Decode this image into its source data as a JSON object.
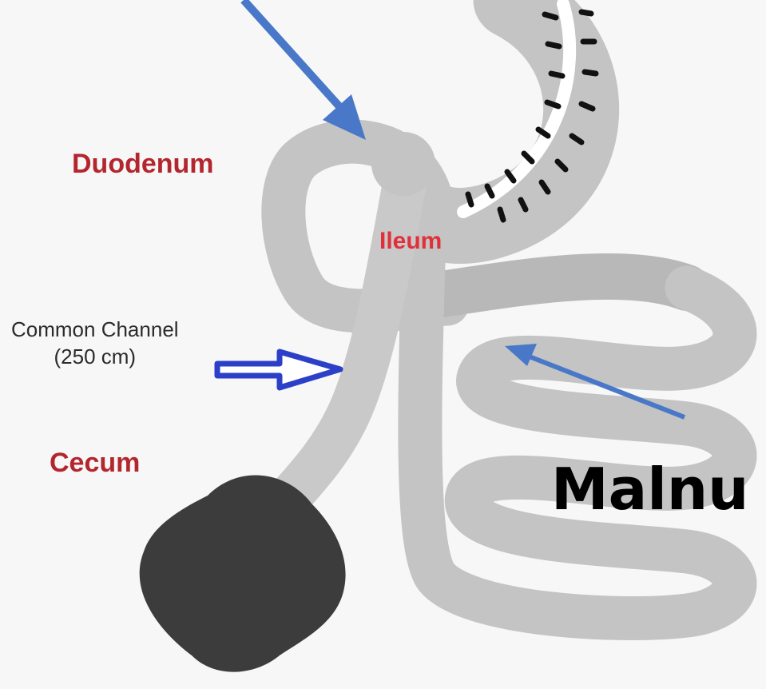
{
  "labels": {
    "duodenum": "Duodenum",
    "ileum": "Ileum",
    "common_channel": "Common Channel",
    "common_channel_length": "(250 cm)",
    "cecum": "Cecum",
    "malnu": "Malnu"
  },
  "colors": {
    "intestine": "#c4c4c4",
    "intestine_dark": "#a9a9a9",
    "cecum": "#3c3c3c",
    "arrow_blue": "#4a78c8",
    "outline_arrow": "#2b3fc8",
    "label_red": "#b3262e",
    "staple": "#111111"
  }
}
